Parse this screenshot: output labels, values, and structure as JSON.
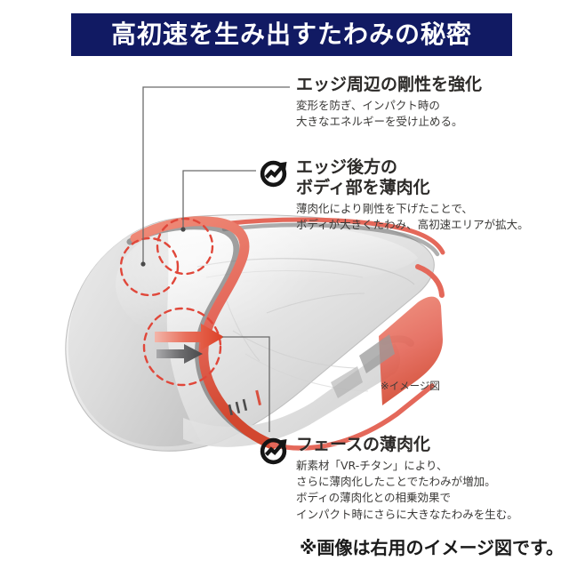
{
  "banner": {
    "title": "高初速を生み出すたわみの秘密",
    "bg_color": "#111a63",
    "text_color": "#ffffff"
  },
  "annotations": [
    {
      "id": "edge-rigidity",
      "icon": null,
      "heading_lines": [
        "エッジ周辺の剛性を強化"
      ],
      "body_lines": [
        "変形を防ぎ、インパクト時の",
        "大きなエネルギーを受け止める。"
      ]
    },
    {
      "id": "body-thinning",
      "icon": "trend-arrow-circle-icon",
      "heading_lines": [
        "エッジ後方の",
        "ボディ部を薄肉化"
      ],
      "body_lines": [
        "薄肉化により剛性を下げたことで、",
        "ボディが大きくたわみ、高初速エリアが拡大。"
      ]
    },
    {
      "id": "face-thinning",
      "icon": "trend-arrow-circle-icon",
      "heading_lines": [
        "フェースの薄肉化"
      ],
      "body_lines": [
        "新素材「VR-チタン」により、",
        "さらに薄肉化したことでたわみが増加。",
        "ボディの薄肉化との相乗効果で",
        "インパクト時にさらに大きなたわみを生む。"
      ]
    }
  ],
  "illustration": {
    "caption": "※イメージ図",
    "subject": "golf-driver-head-cross-section",
    "colors": {
      "shell_light": "#f2f2f2",
      "shell_mid": "#d9d9d9",
      "shell_dark": "#b9b9b9",
      "profile_red": "#e4685a",
      "profile_red_deep": "#d9503f",
      "shadow_gray": "#6e6e6e",
      "dashed_circle": "#e0473a",
      "arrow_red": "#e04a33",
      "arrow_gray": "#58585a",
      "leader_line": "#6b6b6b"
    },
    "dashed_callouts": 3,
    "arrows": [
      "red-deflection-arrow",
      "gray-deflection-arrow"
    ]
  },
  "footnote": "※画像は右用のイメージ図です。"
}
